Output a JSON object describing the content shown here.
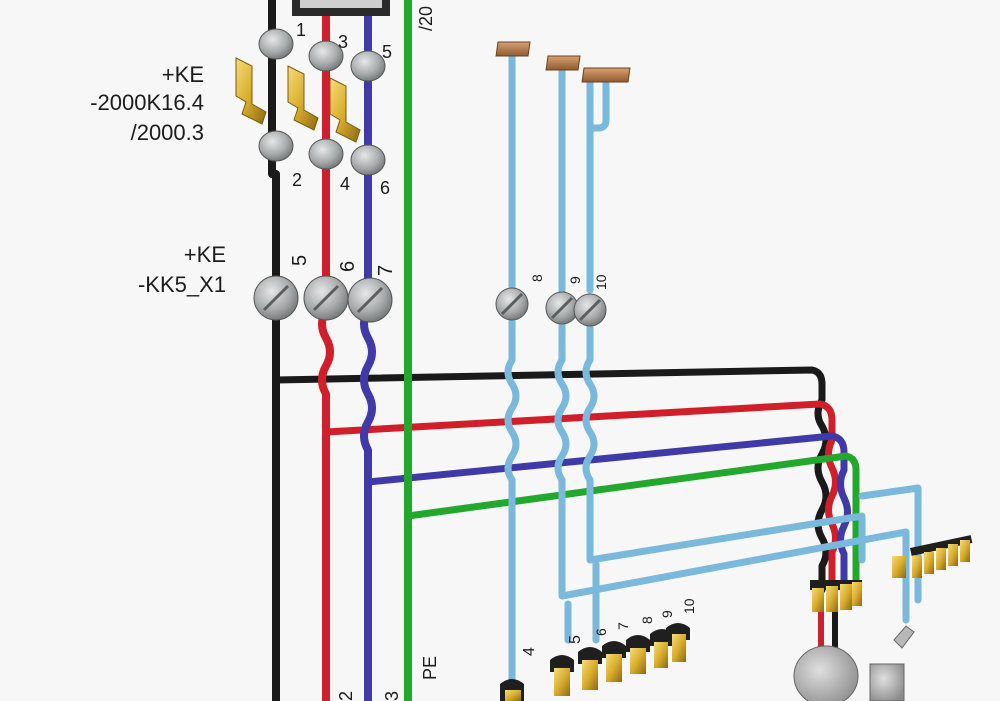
{
  "colors": {
    "black": "#1a1a1a",
    "red": "#d01f2b",
    "blue": "#3f3aa8",
    "green": "#22a82c",
    "cyan": "#7ab9dc",
    "terminal_gray": "#a3a6a6",
    "contact_gold": "#d9ad2c",
    "relay_brown": "#b27648",
    "background": "#f7f7f7"
  },
  "labels": {
    "breaker_designation": "+KE\n-2000K16.4\n/2000.3",
    "terminal_strip_designation": "+KE\n-KK5_X1",
    "top_ref": "/20",
    "pe": "PE"
  },
  "breaker": {
    "top_terminals": [
      "1",
      "3",
      "5"
    ],
    "bottom_terminals": [
      "2",
      "4",
      "6"
    ]
  },
  "terminal_strip": {
    "terminals": [
      "5",
      "6",
      "7"
    ],
    "signal_terminals": [
      "8",
      "9",
      "10"
    ]
  },
  "bottom_numbers": {
    "left": [
      "2",
      "3"
    ],
    "right": [
      "4",
      "5",
      "6",
      "7",
      "8",
      "9",
      "10"
    ]
  }
}
